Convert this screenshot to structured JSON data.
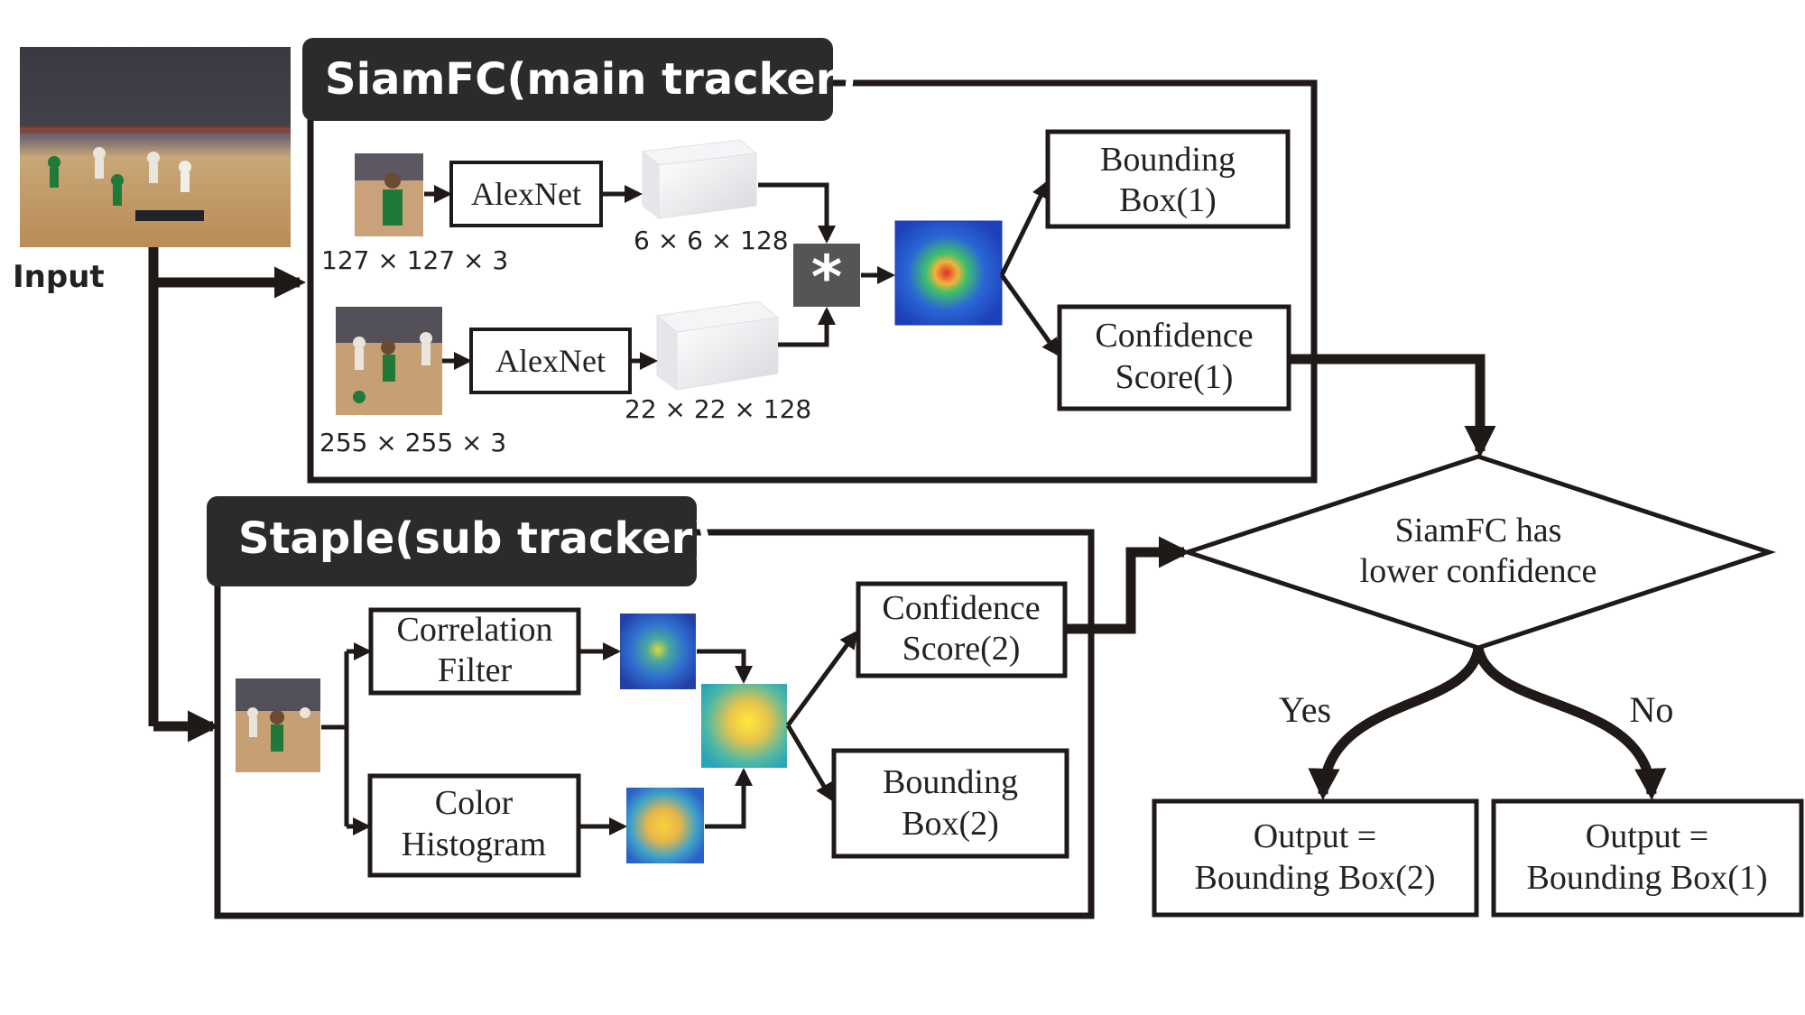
{
  "input": {
    "label": "Input"
  },
  "siamfc": {
    "title": "SiamFC(main tracker)",
    "exemplar_size": "127 × 127 × 3",
    "search_size": "255 × 255 × 3",
    "alexnet_top": "AlexNet",
    "alexnet_bottom": "AlexNet",
    "feature_top_size": "6 × 6 × 128",
    "feature_bottom_size": "22 × 22 × 128",
    "correlation_symbol": "*",
    "bbox": [
      "Bounding",
      "Box(1)"
    ],
    "confidence": [
      "Confidence",
      "Score(1)"
    ]
  },
  "staple": {
    "title": "Staple(sub tracker)",
    "correlation_filter": [
      "Correlation",
      "Filter"
    ],
    "color_histogram": [
      "Color",
      "Histogram"
    ],
    "confidence": [
      "Confidence",
      "Score(2)"
    ],
    "bbox": [
      "Bounding",
      "Box(2)"
    ]
  },
  "decision": {
    "question": [
      "SiamFC has",
      "lower confidence"
    ],
    "yes": "Yes",
    "no": "No"
  },
  "outputs": {
    "yes_output": [
      "Output =",
      "Bounding Box(2)"
    ],
    "no_output": [
      "Output =",
      "Bounding Box(1)"
    ]
  },
  "colors": {
    "line": "#1f1a17",
    "title_bg": "#2b2b2b",
    "title_text": "#ffffff",
    "heat_blue": "#2a4fd6",
    "heat_yellow": "#f2e43a",
    "heat_teal": "#34b7a7"
  }
}
